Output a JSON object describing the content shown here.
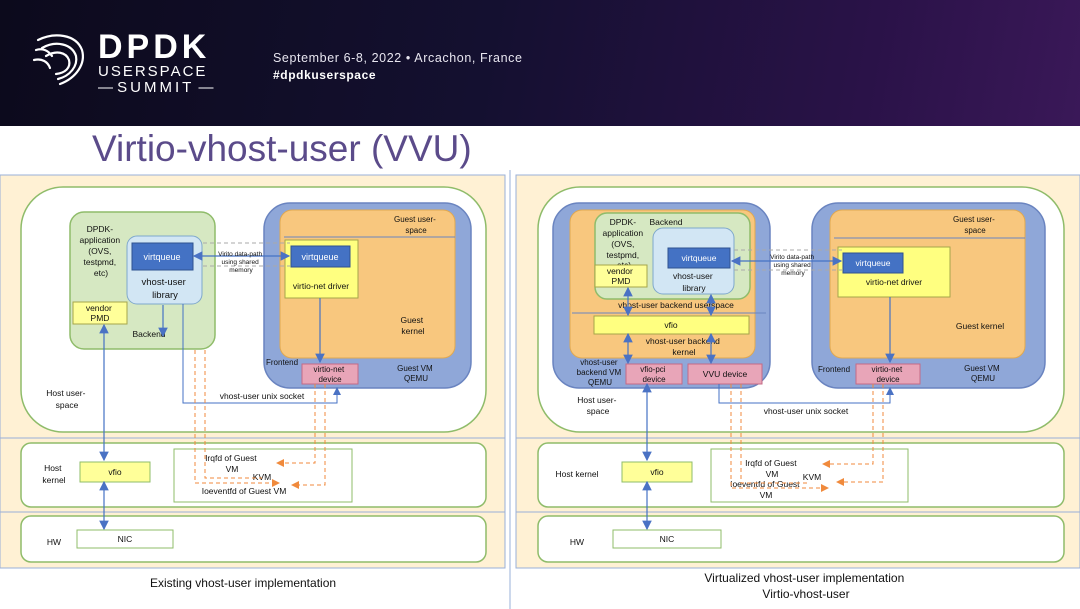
{
  "header": {
    "logo_dpdk": "DPDK",
    "logo_userspace": "USERSPACE",
    "logo_summit": "SUMMIT",
    "event_line": "September 6-8, 2022 • Arcachon, France",
    "hashtag": "#dpdkuserspace"
  },
  "title": "Virtio-vhost-user (VVU)",
  "left": {
    "dpdk_app": [
      "DPDK-",
      "application",
      "(OVS,",
      "testpmd,",
      "etc)"
    ],
    "virtqueue": "virtqueue",
    "vhost_user_library": [
      "vhost-user",
      "library"
    ],
    "vendor_pmd": [
      "vendor",
      "PMD"
    ],
    "backend": "Backend",
    "datapath_note": [
      "Virito data-path",
      "using shared",
      "memory"
    ],
    "guest_userspace": [
      "Guest user-",
      "space"
    ],
    "virtqueue_guest": "virtqueue",
    "virtio_net_driver": "virtio-net driver",
    "guest_kernel": [
      "Guest",
      "kernel"
    ],
    "frontend": "Frontend",
    "virtio_net_device": [
      "virtio-net",
      "device"
    ],
    "guest_vm_qemu": [
      "Guest VM",
      "QEMU"
    ],
    "host_userspace": [
      "Host user-",
      "space"
    ],
    "unix_socket": "vhost-user unix socket",
    "host_kernel": [
      "Host",
      "kernel"
    ],
    "vfio": "vfio",
    "irqfd": [
      "Irqfd of Guest",
      "VM"
    ],
    "kvm": "KVM",
    "ioeventfd": "Ioeventfd of Guest VM",
    "hw": "HW",
    "nic": "NIC",
    "caption": "Existing vhost-user implementation"
  },
  "right": {
    "dpdk_app": [
      "DPDK-",
      "application",
      "(OVS,",
      "testpmd,",
      "etc)"
    ],
    "backend": "Backend",
    "virtqueue": "virtqueue",
    "vhost_user_library": [
      "vhost-user",
      "library"
    ],
    "vendor_pmd": [
      "vendor",
      "PMD"
    ],
    "backend_userspace": "vhost-user backend userspace",
    "vfio_inner": "vfio",
    "backend_kernel": [
      "vhost-user backend",
      "kernel"
    ],
    "backend_vm_qemu": [
      "vhost-user",
      "backend VM",
      "QEMU"
    ],
    "vfio_pci_device": [
      "vfio-pci",
      "device"
    ],
    "vvu_device": "VVU device",
    "datapath_note": [
      "Virito data-path",
      "using shared",
      "memory"
    ],
    "guest_userspace": [
      "Guest user-",
      "space"
    ],
    "virtqueue_guest": "virtqueue",
    "virtio_net_driver": "virtio-net driver",
    "guest_kernel": "Guest kernel",
    "frontend": "Frontend",
    "virtio_net_device": [
      "virtio-net",
      "device"
    ],
    "guest_vm_qemu": [
      "Guest VM",
      "QEMU"
    ],
    "host_userspace": [
      "Host user-",
      "space"
    ],
    "unix_socket": "vhost-user unix socket",
    "host_kernel": "Host kernel",
    "vfio": "vfio",
    "irqfd": [
      "Irqfd of Guest",
      "VM"
    ],
    "kvm": "KVM",
    "ioeventfd": [
      "Ioeventfd of Guest",
      "VM"
    ],
    "hw": "HW",
    "nic": "NIC",
    "caption": [
      "Virtualized vhost-user implementation",
      "Virtio-vhost-user"
    ]
  }
}
